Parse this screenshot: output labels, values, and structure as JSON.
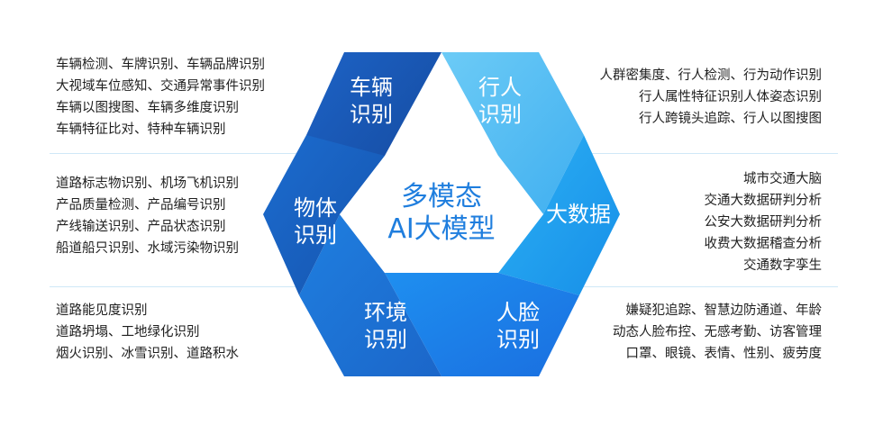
{
  "center": {
    "line1": "多模态",
    "line2": "AI大模型"
  },
  "segments": [
    {
      "id": "vehicle",
      "lines": [
        "车辆",
        "识别"
      ],
      "color": "#1a5bb5"
    },
    {
      "id": "pedestrian",
      "lines": [
        "行人",
        "识别"
      ],
      "color": "#5cc1f3"
    },
    {
      "id": "bigdata",
      "lines": [
        "大数据"
      ],
      "color": "#1a9cee"
    },
    {
      "id": "face",
      "lines": [
        "人脸",
        "识别"
      ],
      "color": "#1b82ec"
    },
    {
      "id": "environment",
      "lines": [
        "环境",
        "识别"
      ],
      "color": "#1c74d7"
    },
    {
      "id": "object",
      "lines": [
        "物体",
        "识别"
      ],
      "color": "#1865c4"
    }
  ],
  "left_blocks": [
    {
      "id": "vehicle",
      "lines": [
        "车辆检测、车牌识别、车辆品牌识别",
        "大视域车位感知、交通异常事件识别",
        "车辆以图搜图、车辆多维度识别",
        "车辆特征比对、特种车辆识别"
      ]
    },
    {
      "id": "object",
      "lines": [
        "道路标志物识别、机场飞机识别",
        "产品质量检测、产品编号识别",
        "产线输送识别、产品状态识别",
        "船道船只识别、水域污染物识别"
      ]
    },
    {
      "id": "environment",
      "lines": [
        "道路能见度识别",
        "道路坍塌、工地绿化识别",
        "烟火识别、冰雪识别、道路积水"
      ]
    }
  ],
  "right_blocks": [
    {
      "id": "pedestrian",
      "lines": [
        "人群密集度、行人检测、行为动作识别",
        "行人属性特征识别人体姿态识别",
        "行人跨镜头追踪、行人以图搜图"
      ]
    },
    {
      "id": "bigdata",
      "lines": [
        "城市交通大脑",
        "交通大数据研判分析",
        "公安大数据研判分析",
        "收费大数据稽查分析",
        "交通数字孪生"
      ]
    },
    {
      "id": "face",
      "lines": [
        "嫌疑犯追踪、智慧边防通道、年龄",
        "动态人脸布控、无感考勤、访客管理",
        "口罩、眼镜、表情、性别、疲劳度"
      ]
    }
  ]
}
